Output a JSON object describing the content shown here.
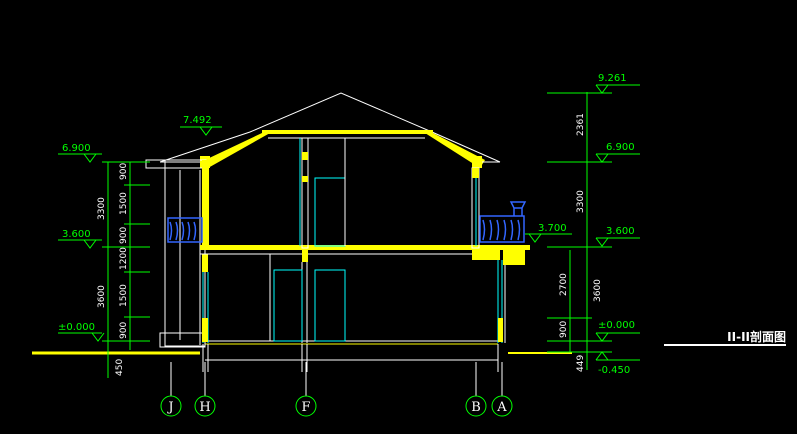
{
  "title": "II-II剖面图",
  "colors": {
    "background": "#000000",
    "structure": "#ffff00",
    "outline": "#ffffff",
    "dimension": "#00ff00",
    "window": "#00ffff",
    "railing": "#3366ff"
  },
  "levels_left": [
    "6.900",
    "3.600",
    "±0.000"
  ],
  "levels_right": [
    "9.261",
    "6.900",
    "3.600",
    "±0.000",
    "-0.450"
  ],
  "levels_other": {
    "roof_ridge_left": "7.492",
    "balcony": "3.700"
  },
  "dims_left_inner": [
    "900",
    "1500",
    "900",
    "1200",
    "1500",
    "900"
  ],
  "dims_left_outer": [
    "3300",
    "3600"
  ],
  "dim_left_base": "450",
  "dims_right_inner": [
    "2361",
    "3300",
    "2700",
    "900"
  ],
  "dim_right_outer": "3600",
  "dim_right_base": "449",
  "grid_axes": [
    "J",
    "H",
    "F",
    "B",
    "A"
  ]
}
